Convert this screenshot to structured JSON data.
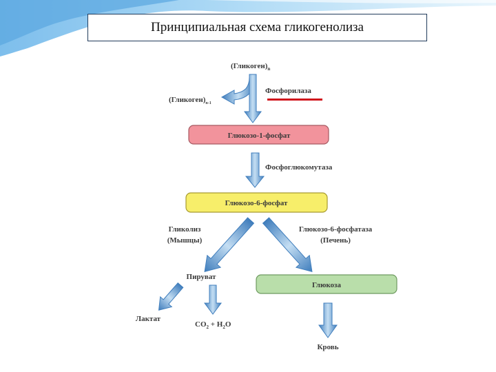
{
  "slide": {
    "title": "Принципиальная схема гликогенолиза"
  },
  "diagram": {
    "glycogen_n": {
      "base": "(Гликоген)",
      "sub": "n"
    },
    "glycogen_n1": {
      "base": "(Гликоген)",
      "sub": "n-1"
    },
    "phosphorylase": "Фосфорилаза",
    "g1p": "Глюкозо-1-фосфат",
    "phosphoglucomutase": "Фосфоглюкомутаза",
    "g6p": "Глюкозо-6-фосфат",
    "glycolysis": "Гликолиз",
    "muscles": "(Мышцы)",
    "g6phosphatase": "Глюкозо-6-фосфатаза",
    "liver": "(Печень)",
    "pyruvate": "Пируват",
    "glucose": "Глюкоза",
    "lactate": "Лактат",
    "co2": {
      "a": "CO",
      "a_sub": "2",
      "b": " + H",
      "b_sub": "2",
      "c": "O"
    },
    "blood": "Кровь"
  },
  "colors": {
    "g1p_box": "#f2939c",
    "g6p_box": "#f7ee6a",
    "glucose_box": "#b9deaa",
    "arrow": "#7ea9d4",
    "underline": "#d0121b",
    "title_border": "#1f3a5a"
  }
}
